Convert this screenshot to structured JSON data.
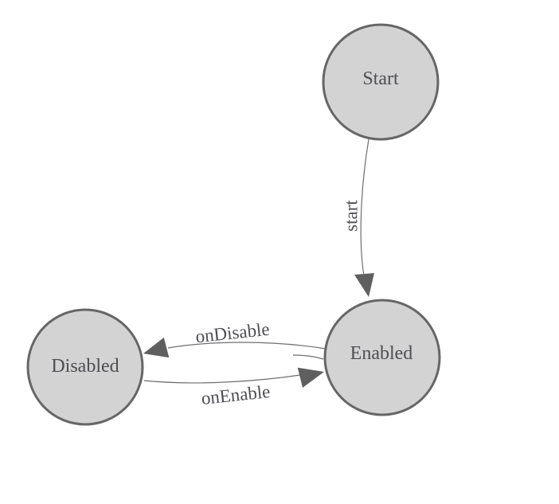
{
  "colors": {
    "background": "#ffffff",
    "node_fill": "#d3d3d3",
    "node_border": "#666666",
    "edge_line": "#6e6e6e",
    "arrow_fill": "#5f5f5f",
    "label_text": "#4e4e53"
  },
  "diagram": {
    "type": "state-machine",
    "nodes": [
      {
        "id": "start",
        "label": "Start"
      },
      {
        "id": "enabled",
        "label": "Enabled"
      },
      {
        "id": "disabled",
        "label": "Disabled"
      }
    ],
    "edges": [
      {
        "from": "start",
        "to": "enabled",
        "label": "start"
      },
      {
        "from": "enabled",
        "to": "disabled",
        "label": "onDisable"
      },
      {
        "from": "disabled",
        "to": "enabled",
        "label": "onEnable"
      }
    ]
  }
}
